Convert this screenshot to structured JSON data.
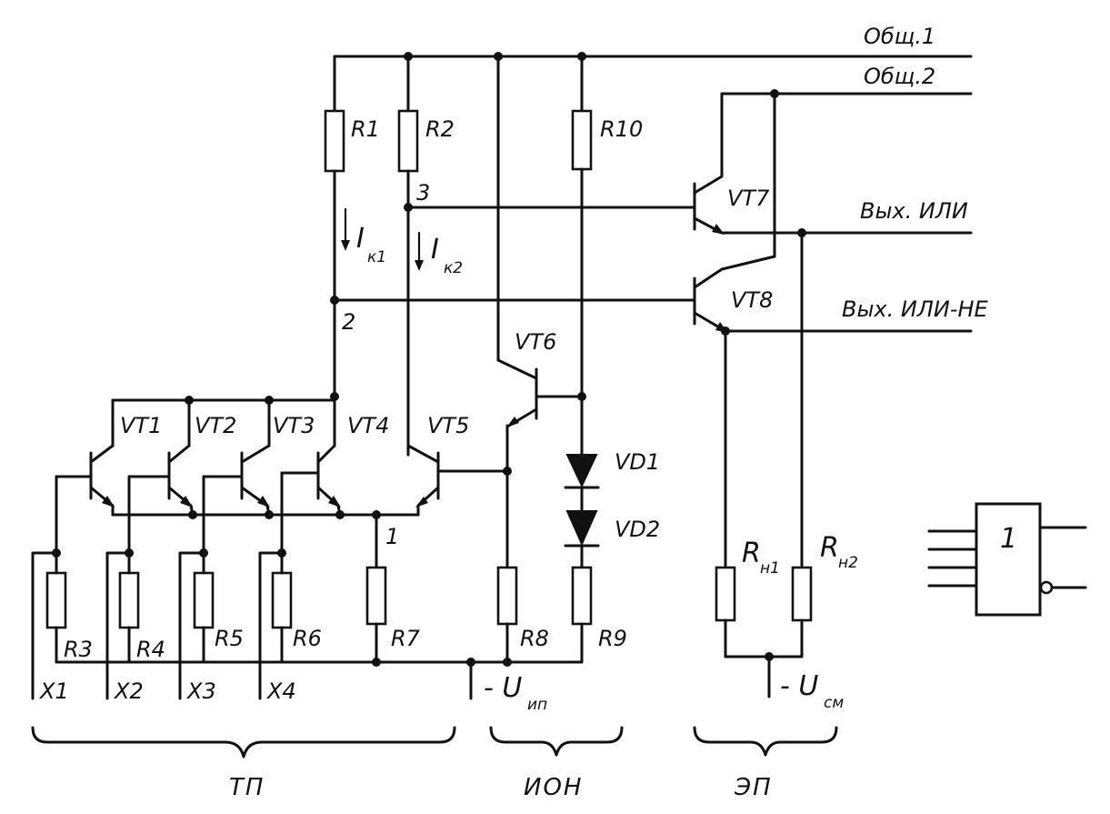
{
  "rails": {
    "common1": "Общ.1",
    "common2": "Общ.2"
  },
  "outputs": {
    "or": "Вых. ИЛИ",
    "nor": "Вых. ИЛИ-НЕ"
  },
  "resistors": {
    "r1": "R1",
    "r2": "R2",
    "r3": "R3",
    "r4": "R4",
    "r5": "R5",
    "r6": "R6",
    "r7": "R7",
    "r8": "R8",
    "r9": "R9",
    "r10": "R10",
    "rn1_main": "R",
    "rn1_sub": "н1",
    "rn2_main": "R",
    "rn2_sub": "н2"
  },
  "transistors": {
    "vt1": "VT1",
    "vt2": "VT2",
    "vt3": "VT3",
    "vt4": "VT4",
    "vt5": "VT5",
    "vt6": "VT6",
    "vt7": "VT7",
    "vt8": "VT8"
  },
  "diodes": {
    "vd1": "VD1",
    "vd2": "VD2"
  },
  "currents": {
    "ik1_main": "I",
    "ik1_sub": "к1",
    "ik2_main": "I",
    "ik2_sub": "к2"
  },
  "nodes": {
    "n1": "1",
    "n2": "2",
    "n3": "3"
  },
  "inputs": {
    "x1": "X1",
    "x2": "X2",
    "x3": "X3",
    "x4": "X4"
  },
  "supplies": {
    "uip_main": "- U",
    "uip_sub": "ип",
    "ucm_main": "- U",
    "ucm_sub": "см"
  },
  "blocks": {
    "tp": "ТП",
    "ion": "ИОН",
    "ep": "ЭП"
  },
  "gate_symbol": {
    "label": "1"
  }
}
